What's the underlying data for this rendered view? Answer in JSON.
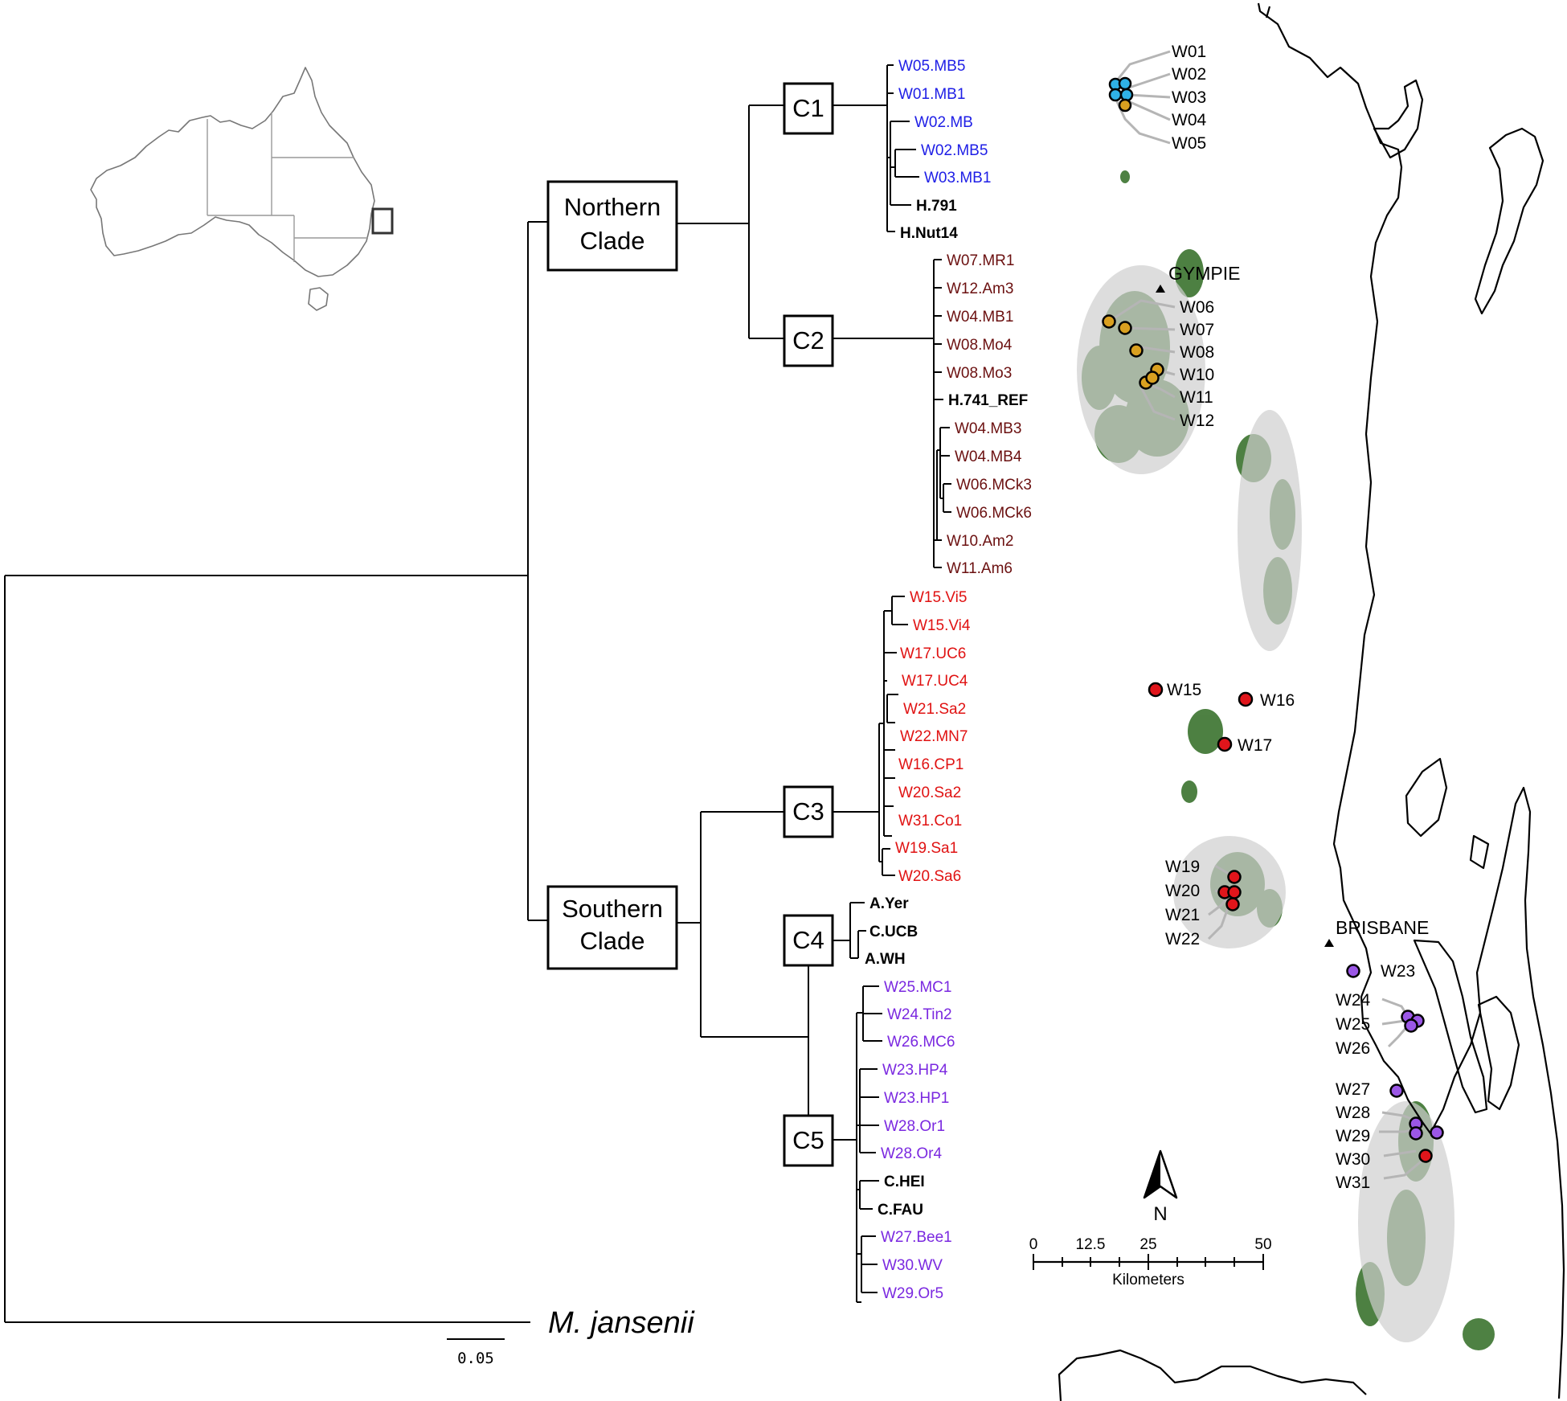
{
  "clades": {
    "northern": [
      "Northern",
      "Clade"
    ],
    "southern": [
      "Southern",
      "Clade"
    ],
    "c1": "C1",
    "c2": "C2",
    "c3": "C3",
    "c4": "C4",
    "c5": "C5"
  },
  "colors": {
    "c1": "#1e1ee6",
    "c2": "#6b1010",
    "c3": "#e01212",
    "c5": "#7a28e0",
    "black": "#000000",
    "site_blue": "#2fb1e6",
    "site_orange": "#d9a020",
    "site_red": "#e0151b",
    "site_purple": "#9b57e6",
    "vegetation": "#2f6b22"
  },
  "tips": {
    "c1": [
      "W05.MB5",
      "W01.MB1",
      "W02.MB",
      "W02.MB5",
      "W03.MB1",
      "H.791",
      "H.Nut14"
    ],
    "c2": [
      "W07.MR1",
      "W12.Am3",
      "W04.MB1",
      "W08.Mo4",
      "W08.Mo3",
      "H.741_REF",
      "W04.MB3",
      "W04.MB4",
      "W06.MCk3",
      "W06.MCk6",
      "W10.Am2",
      "W11.Am6"
    ],
    "c3": [
      "W15.Vi5",
      "W15.Vi4",
      "W17.UC6",
      "W17.UC4",
      "W21.Sa2",
      "W22.MN7",
      "W16.CP1",
      "W20.Sa2",
      "W31.Co1",
      "W19.Sa1",
      "W20.Sa6"
    ],
    "c4": [
      "A.Yer",
      "C.UCB",
      "A.WH"
    ],
    "c5": [
      "W25.MC1",
      "W24.Tin2",
      "W26.MC6",
      "W23.HP4",
      "W23.HP1",
      "W28.Or1",
      "W28.Or4",
      "C.HEI",
      "C.FAU",
      "W27.Bee1",
      "W30.WV",
      "W29.Or5"
    ]
  },
  "outgroup": "M. jansenii",
  "tree_scale": "0.05",
  "towns": {
    "gympie": "GYMPIE",
    "brisbane": "BRISBANE"
  },
  "sites": [
    "W01",
    "W02",
    "W03",
    "W04",
    "W05",
    "W06",
    "W07",
    "W08",
    "W10",
    "W11",
    "W12",
    "W15",
    "W16",
    "W17",
    "W19",
    "W20",
    "W21",
    "W22",
    "W23",
    "W24",
    "W25",
    "W26",
    "W27",
    "W28",
    "W29",
    "W30",
    "W31"
  ],
  "north_arrow": "N",
  "map_scale": {
    "ticks": [
      "0",
      "12.5",
      "25",
      "50"
    ],
    "unit": "Kilometers"
  }
}
